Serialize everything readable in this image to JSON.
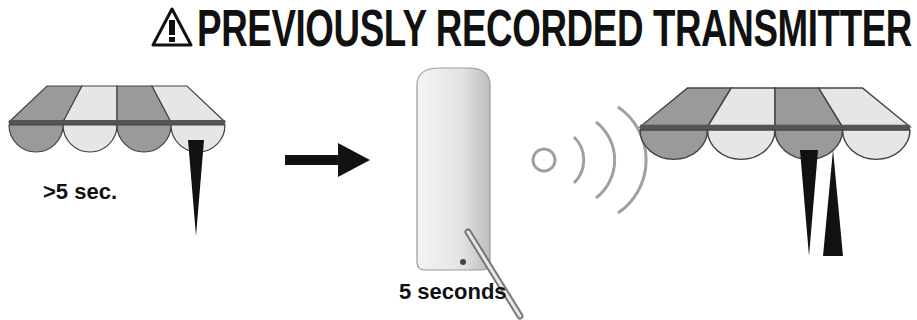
{
  "diagram": {
    "title": "PREVIOUSLY RECORDED TRANSMITTER",
    "labels": [
      ">5 sec.",
      "5 seconds"
    ]
  }
}
